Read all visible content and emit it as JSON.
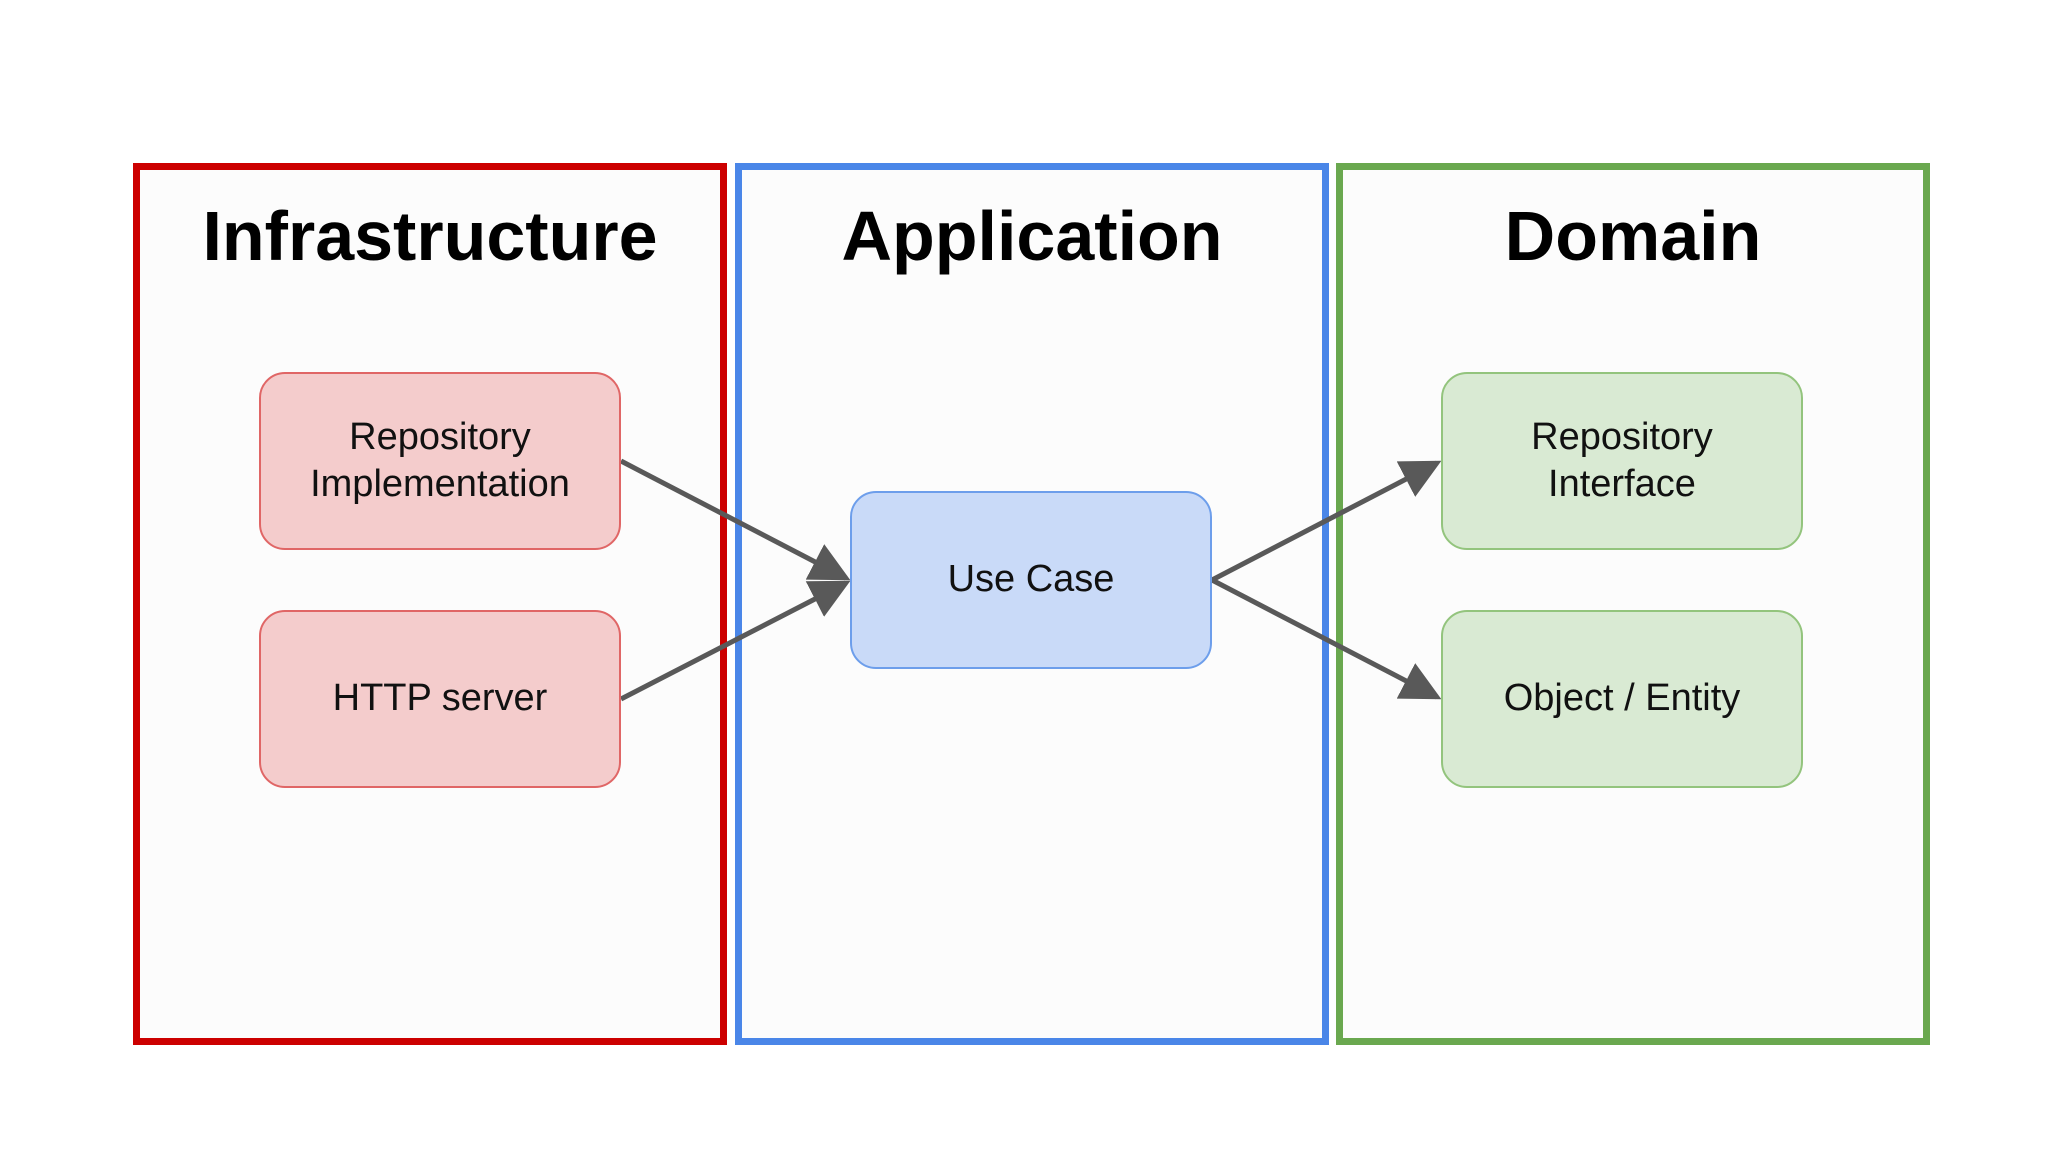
{
  "layers": {
    "infrastructure": {
      "title": "Infrastructure",
      "color": "#cc0000"
    },
    "application": {
      "title": "Application",
      "color": "#4a86e8"
    },
    "domain": {
      "title": "Domain",
      "color": "#6aa84f"
    }
  },
  "nodes": {
    "repository_implementation": "Repository\nImplementation",
    "http_server": "HTTP server",
    "use_case": "Use Case",
    "repository_interface": "Repository\nInterface",
    "object_entity": "Object / Entity"
  },
  "edges": [
    {
      "from": "Repository Implementation",
      "to": "Use Case"
    },
    {
      "from": "HTTP server",
      "to": "Use Case"
    },
    {
      "from": "Use Case",
      "to": "Repository Interface"
    },
    {
      "from": "Use Case",
      "to": "Object / Entity"
    }
  ],
  "colors": {
    "arrow": "#595959",
    "node_red_fill": "#f4cccc",
    "node_blue_fill": "#c9daf8",
    "node_green_fill": "#d9ead3"
  }
}
